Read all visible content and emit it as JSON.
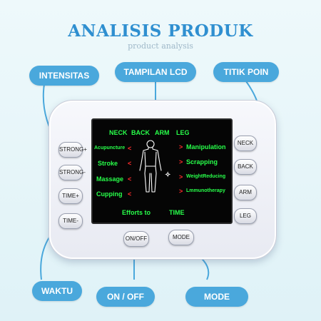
{
  "header": {
    "title": "ANALISIS PRODUK",
    "subtitle": "product analysis"
  },
  "callouts": {
    "intensitas": "INTENSITAS",
    "tampilan_lcd": "TAMPILAN LCD",
    "titik_poin": "TITIK POIN",
    "waktu": "WAKTU",
    "on_off": "ON / OFF",
    "mode": "MODE"
  },
  "device": {
    "left_buttons": [
      "STRONG+",
      "STRONG-",
      "TIME+",
      "TIME-"
    ],
    "right_buttons": [
      "NECK",
      "BACK",
      "ARM",
      "LEG"
    ],
    "bottom_buttons": [
      "ON/OFF",
      "MODE"
    ]
  },
  "lcd": {
    "top_labels": [
      "NECK",
      "BACK",
      "ARM",
      "LEG"
    ],
    "left_modes": [
      "Acupuncture",
      "Stroke",
      "Massage",
      "Cupping"
    ],
    "right_modes": [
      "Manipulation",
      "Scrapping",
      "WeightReducing",
      "Lmmunotherapy"
    ],
    "efforts_label": "Efforts to",
    "time_label": "TIME",
    "arrow_left": "<",
    "arrow_right": ">",
    "sparkle": "✧"
  },
  "colors": {
    "callout": "#4aa8dc",
    "title": "#2f8fd0",
    "lcd_text": "#28ff4a",
    "lcd_arrow": "#ff2b2b"
  }
}
